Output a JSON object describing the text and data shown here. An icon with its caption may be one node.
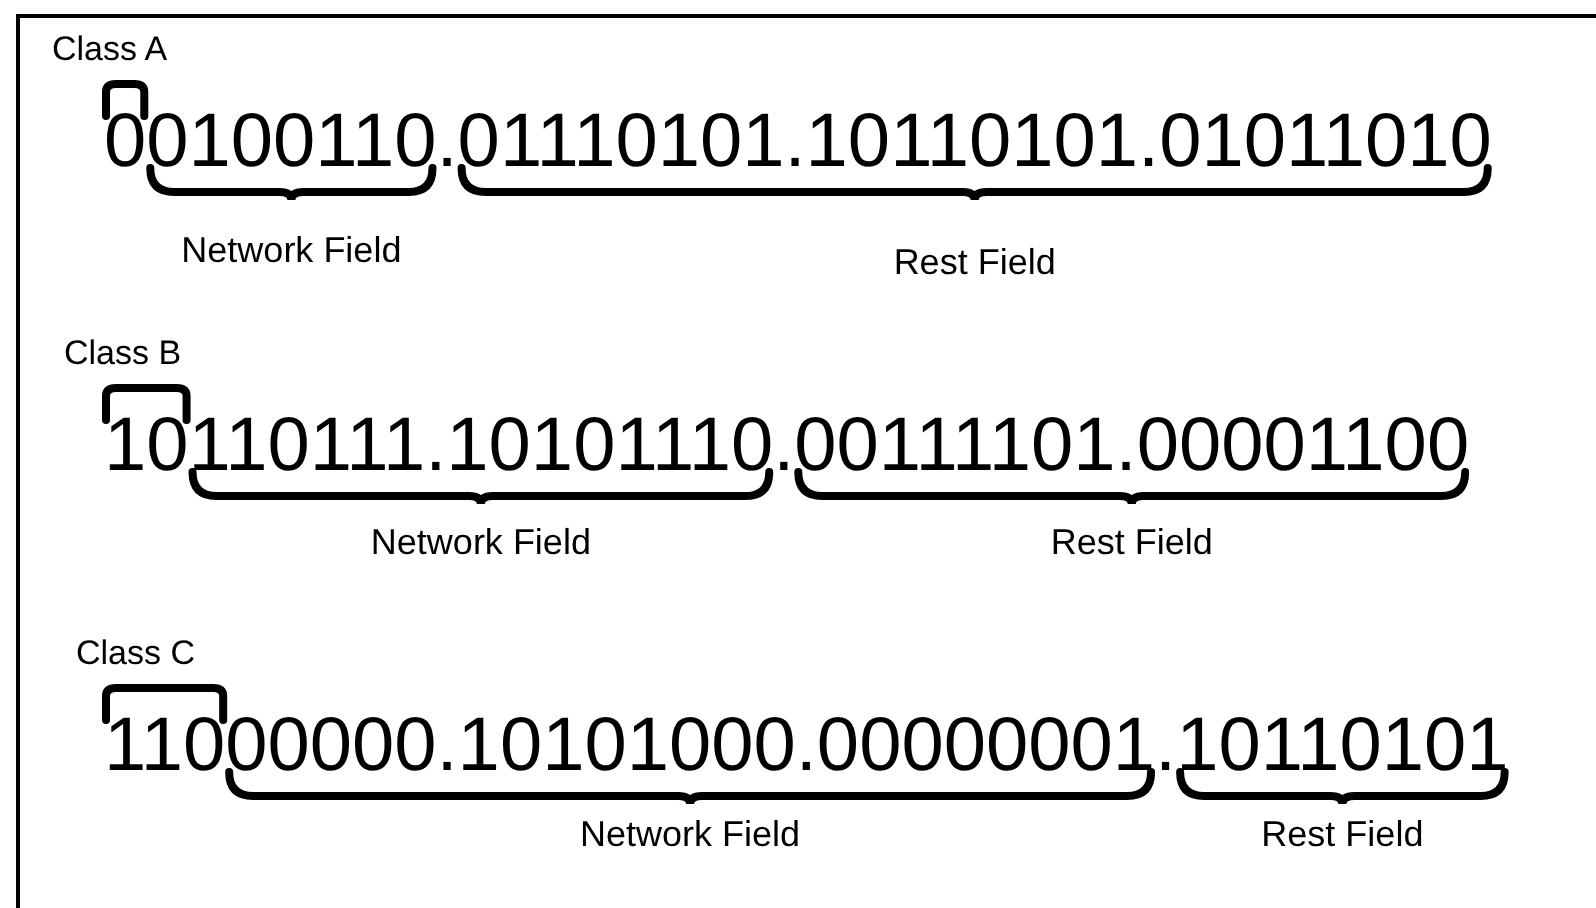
{
  "diagram": {
    "labels": [
      "Class A",
      "00100110.01110101.10110101.01011010",
      "Network Field",
      "Rest Field",
      "Class B",
      "10110111.10101110.00111101.00001100",
      "Network Field",
      "Rest Field",
      "Class C",
      "11000000.10101000.00000001.10110101",
      "Network Field",
      "Rest Field"
    ]
  }
}
